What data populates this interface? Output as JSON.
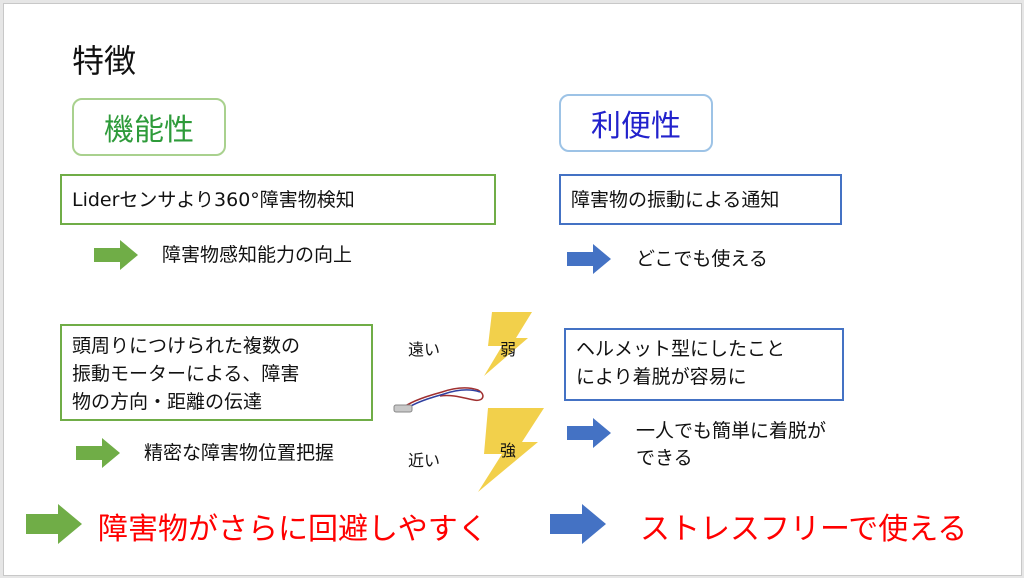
{
  "title": "特徴",
  "left_heading": "機能性",
  "right_heading": "利便性",
  "left": {
    "box1": "Liderセンサより360°障害物検知",
    "result1": "障害物感知能力の向上",
    "box2_line1": "頭周りにつけられた複数の",
    "box2_line2": "振動モーターによる、障害",
    "box2_line3": "物の方向・距離の伝達",
    "result2": "精密な障害物位置把握",
    "conclusion": "障害物がさらに回避しやすく"
  },
  "right": {
    "box1": "障害物の振動による通知",
    "result1": "どこでも使える",
    "box2_line1": "ヘルメット型にしたこと",
    "box2_line2": "により着脱が容易に",
    "result2_line1": "一人でも簡単に着脱が",
    "result2_line2": "できる",
    "conclusion": "ストレスフリーで使える"
  },
  "middle": {
    "far_label": "遠い",
    "weak_label": "弱",
    "near_label": "近い",
    "strong_label": "強"
  },
  "colors": {
    "green_arrow": "#70ad47",
    "blue_arrow": "#4472c4",
    "lightning": "#f2d04b",
    "red_text": "#ff0000"
  }
}
